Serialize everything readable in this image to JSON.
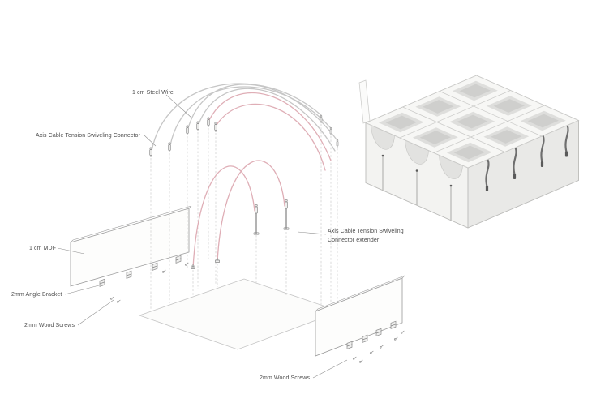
{
  "document": {
    "type": "exploded-axonometric-assembly-diagram"
  },
  "callouts": {
    "steel_wire": "1 cm Steel Wire",
    "swiveling_connector": "Axis Cable Tension Swiveling Connector",
    "mdf": "1 cm MDF",
    "angle_bracket": "2mm Angle Bracket",
    "wood_screws_left": "2mm Wood Screws",
    "connector_extender": "Axis Cable Tension Swiveling Connector extender",
    "wood_screws_bottom": "2mm Wood Screws"
  },
  "colors": {
    "label_text": "#4d4d4d",
    "leader_line": "#8c8c8c",
    "line": "#9a9a9a",
    "line_light": "#c4c4c4",
    "wire_pink": "#dfaeb6",
    "wire_gray": "#c6c6c6",
    "render_face_light": "#f3f3f1",
    "render_face_mid": "#e9e9e7",
    "render_fabric": "#dededc",
    "render_cable": "#6e6e6e"
  }
}
